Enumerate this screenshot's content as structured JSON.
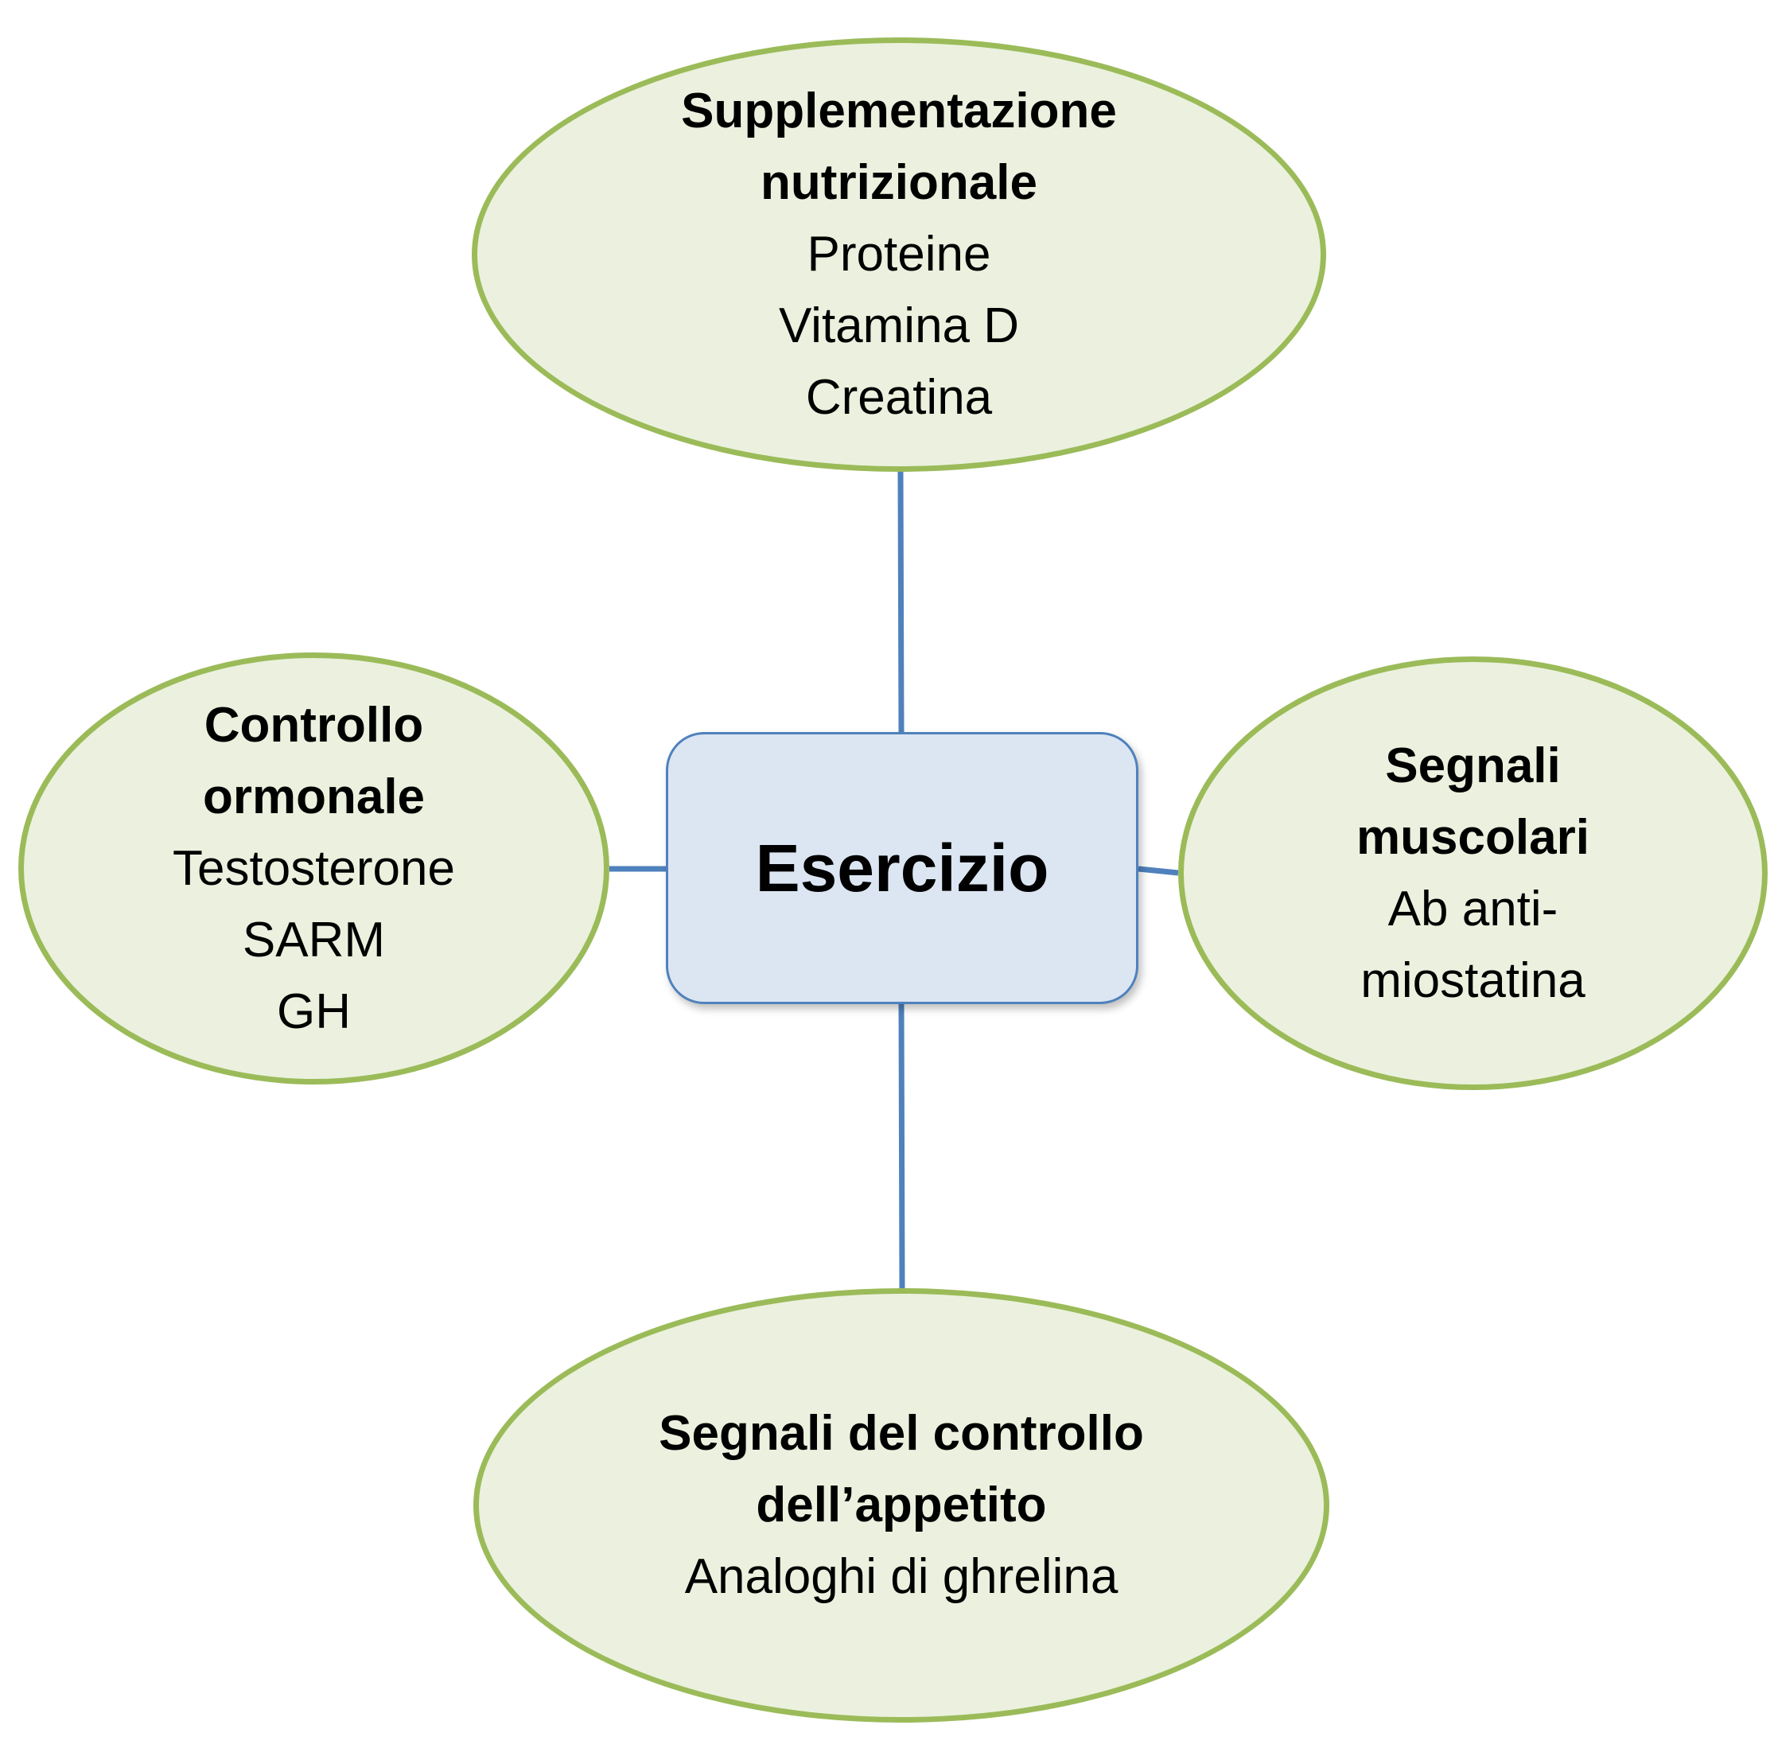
{
  "colors": {
    "ellipse_fill": "#ebf1de",
    "ellipse_border": "#9bbb59",
    "center_fill": "#dce6f2",
    "center_border": "#4f81bd",
    "connector": "#4f81bd"
  },
  "center": {
    "label": "Esercizio"
  },
  "nodes": {
    "top": {
      "title_lines": [
        "Supplementazione",
        "nutrizionale"
      ],
      "items": [
        "Proteine",
        "Vitamina D",
        "Creatina"
      ]
    },
    "left": {
      "title_lines": [
        "Controllo",
        "ormonale"
      ],
      "items": [
        "Testosterone",
        "SARM",
        "GH"
      ]
    },
    "right": {
      "title_lines": [
        "Segnali",
        "muscolari"
      ],
      "items": [
        "Ab anti-",
        "miostatina"
      ]
    },
    "bottom": {
      "title_lines": [
        "Segnali del controllo",
        "dell’appetito"
      ],
      "items": [
        "Analoghi di ghrelina"
      ]
    }
  }
}
